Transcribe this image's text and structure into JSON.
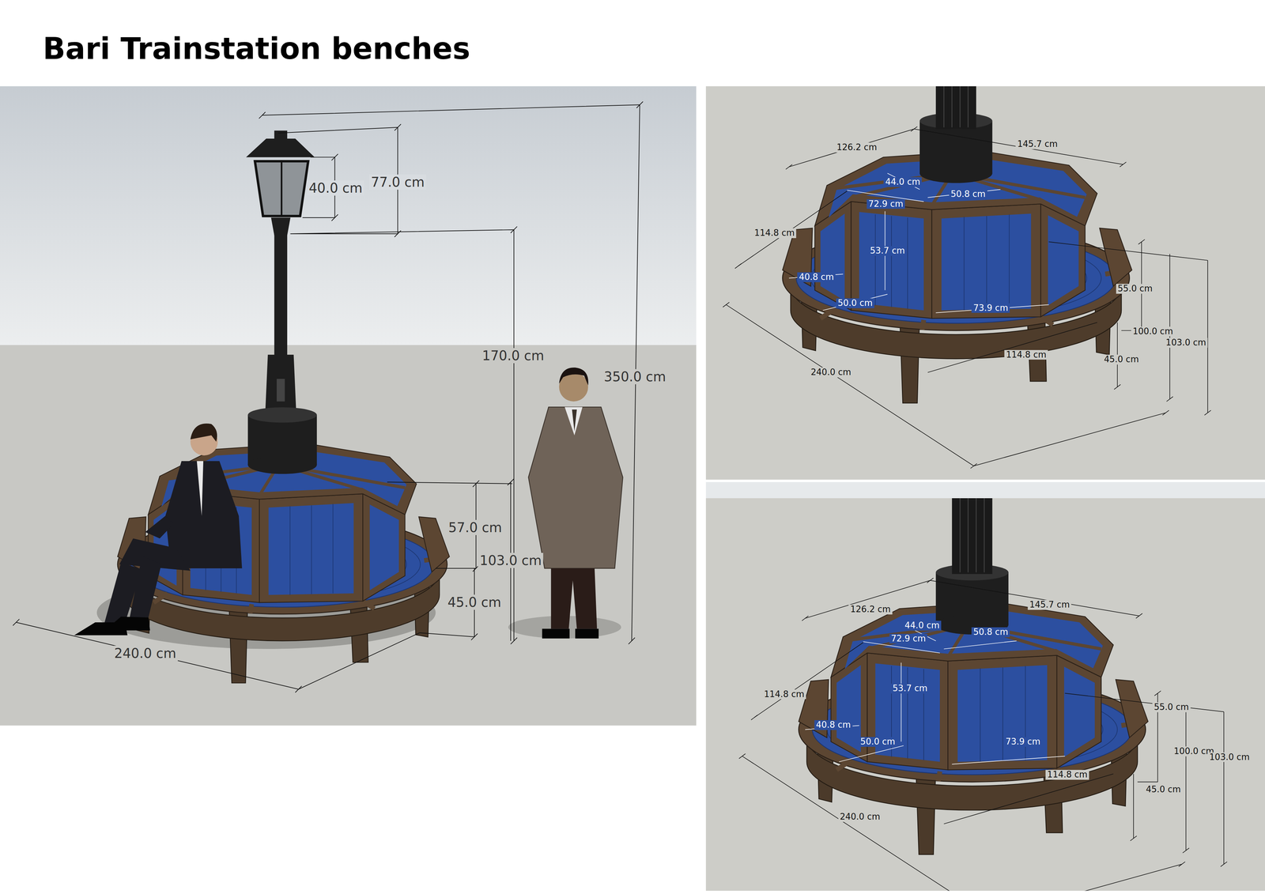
{
  "diagram": {
    "title": "Bari Trainstation benches",
    "labels": [
      "40.0 cm",
      "77.0 cm",
      "170.0 cm",
      "350.0 cm",
      "57.0 cm",
      "103.0 cm",
      "45.0 cm",
      "240.0 cm",
      "126.2 cm",
      "145.7 cm",
      "44.0 cm",
      "50.8 cm",
      "72.9 cm",
      "114.8 cm",
      "53.7 cm",
      "40.8 cm",
      "50.0 cm",
      "73.9 cm",
      "55.0 cm",
      "100.0 cm",
      "103.0 cm",
      "45.0 cm",
      "114.8 cm",
      "240.0 cm",
      "126.2 cm",
      "145.7 cm",
      "44.0 cm",
      "50.8 cm",
      "72.9 cm",
      "114.8 cm",
      "53.7 cm",
      "40.8 cm",
      "50.0 cm",
      "73.9 cm",
      "55.0 cm",
      "100.0 cm",
      "103.0 cm",
      "114.8 cm",
      "45.0 cm",
      "240.0 cm"
    ]
  }
}
